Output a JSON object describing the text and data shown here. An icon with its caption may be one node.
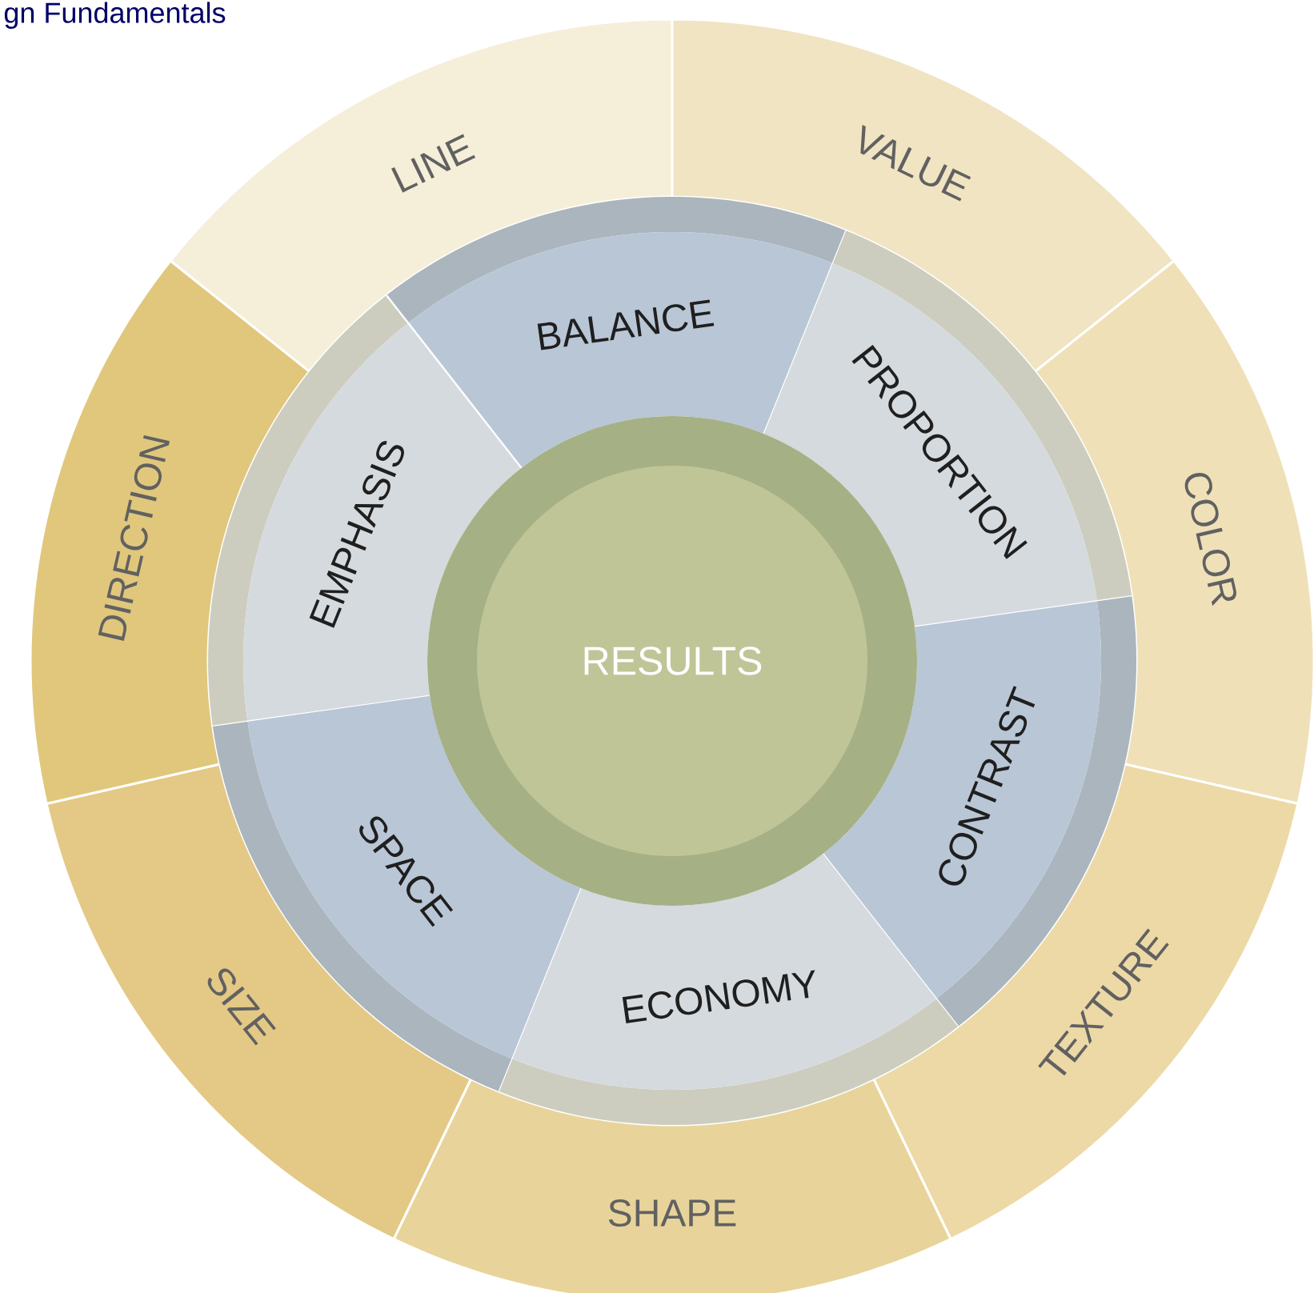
{
  "diagram": {
    "title": "gn Fundamentals",
    "nodes": [
      {
        "text": [
          "RESULTS"
        ]
      },
      {
        "text": [
          "BALANCE"
        ]
      },
      {
        "text": [
          "PROPORTION"
        ]
      },
      {
        "text": [
          "CONTRAST"
        ]
      },
      {
        "text": [
          "ECONOMY"
        ]
      },
      {
        "text": [
          "SPACE"
        ]
      },
      {
        "text": [
          "EMPHASIS"
        ]
      },
      {
        "text": [
          "LINE"
        ]
      },
      {
        "text": [
          "VALUE"
        ]
      },
      {
        "text": [
          "COLOR"
        ]
      },
      {
        "text": [
          "TEXTURE"
        ]
      },
      {
        "text": [
          "SHAPE"
        ]
      },
      {
        "text": [
          "SIZE"
        ]
      },
      {
        "text": [
          "DIRECTION"
        ]
      }
    ]
  }
}
